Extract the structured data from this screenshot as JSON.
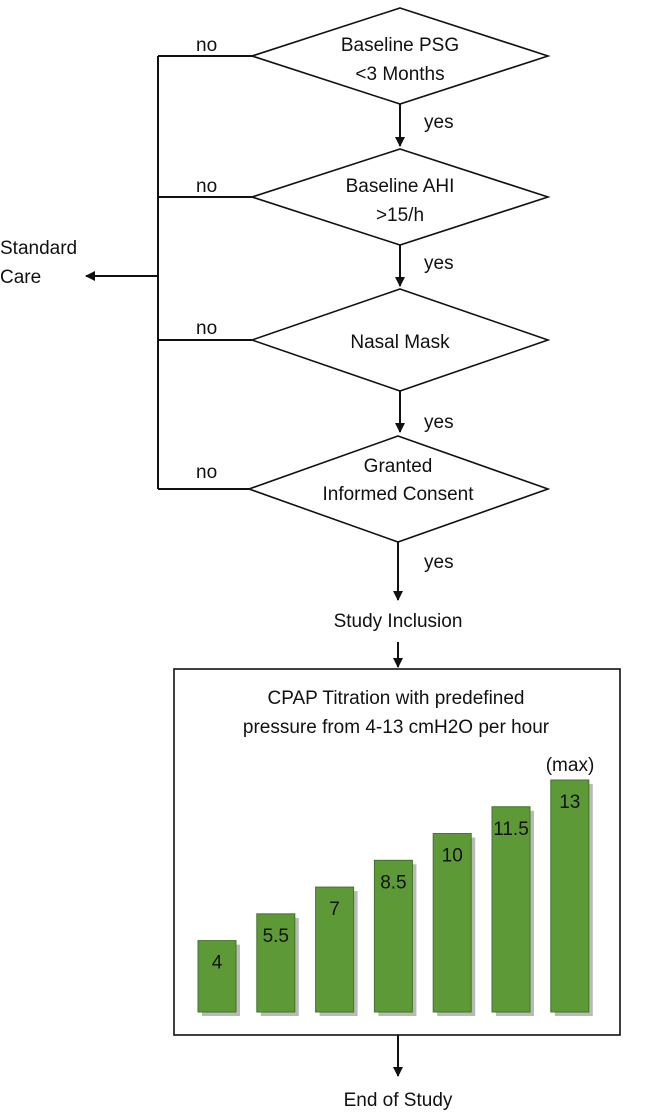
{
  "flowchart": {
    "decisions": [
      {
        "line1": "Baseline PSG",
        "line2": "<3 Months"
      },
      {
        "line1": "Baseline AHI",
        "line2": ">15/h"
      },
      {
        "line1": "Nasal Mask",
        "line2": ""
      },
      {
        "line1": "Granted",
        "line2": "Informed Consent"
      }
    ],
    "no_label": "no",
    "yes_label": "yes",
    "standard_care": {
      "line1": "Standard",
      "line2": "Care"
    },
    "study_inclusion": "Study Inclusion",
    "end_of_study": "End of Study"
  },
  "titration_box": {
    "title_line1": "CPAP Titration with predefined",
    "title_line2": "pressure from 4-13 cmH2O per hour",
    "max_label": "(max)",
    "bar_color": "#5d9a37",
    "bar_shadow": "#b9b9b9"
  },
  "chart_data": {
    "type": "bar",
    "categories": [
      "4",
      "5.5",
      "7",
      "8.5",
      "10",
      "11.5",
      "13"
    ],
    "values": [
      4,
      5.5,
      7,
      8.5,
      10,
      11.5,
      13
    ],
    "ylim": [
      0,
      13
    ],
    "grid": false,
    "xlabel": "",
    "ylabel": ""
  }
}
